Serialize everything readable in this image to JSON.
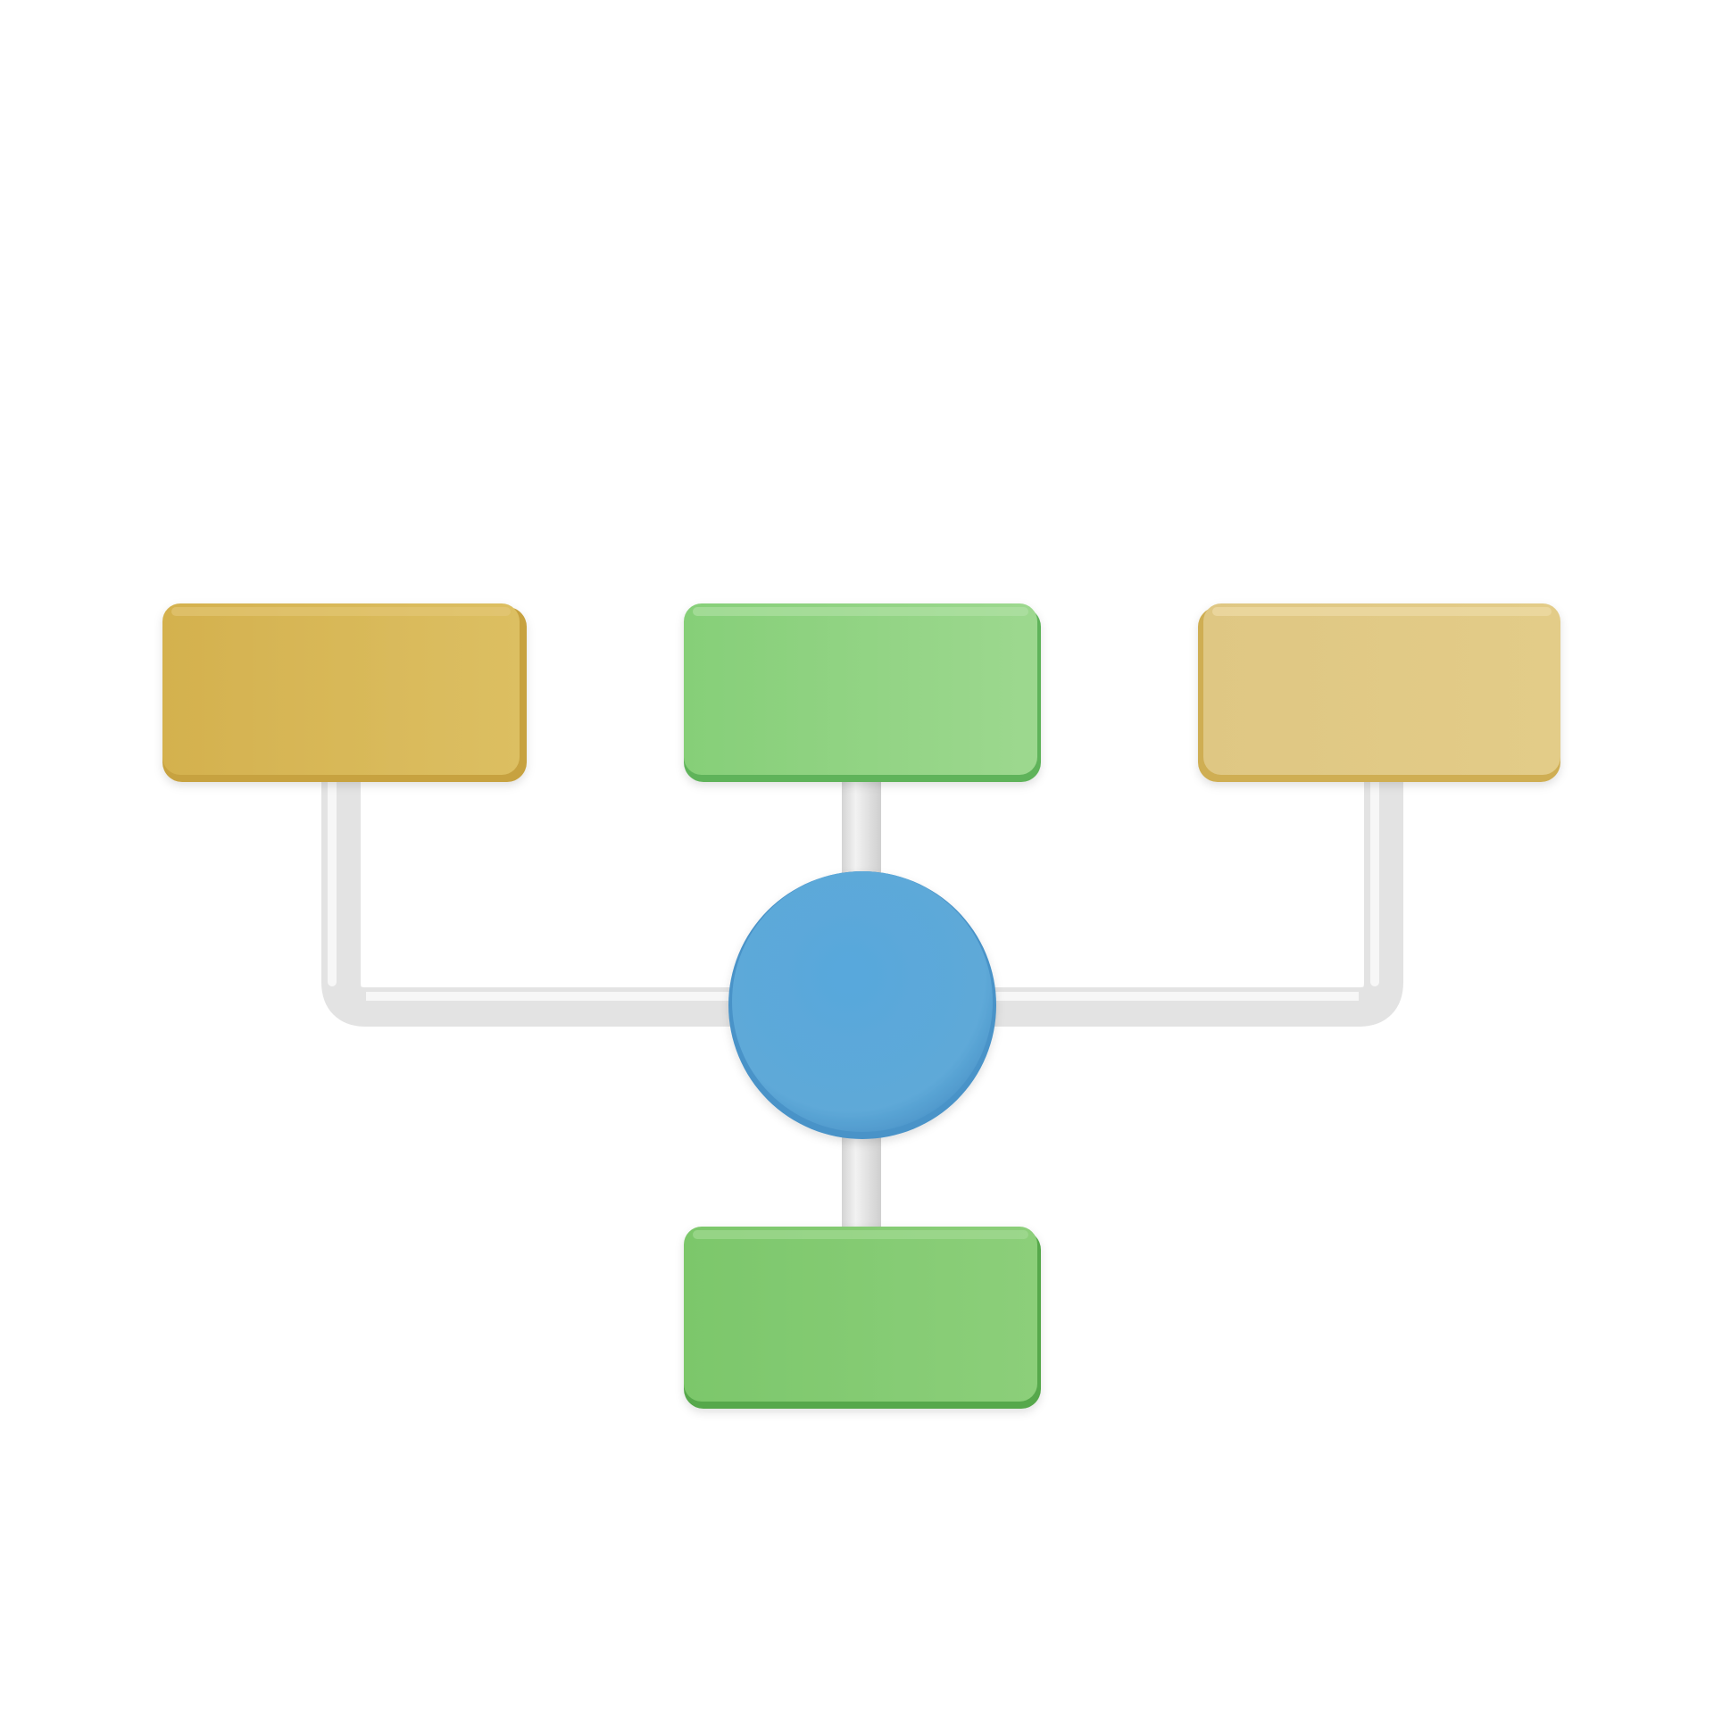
{
  "diagram": {
    "background": "#ffffff",
    "connector_color": "#e6e6e6",
    "hub": {
      "shape": "circle",
      "color": "#5fa9da",
      "shade": "#3f8bc4"
    },
    "nodes": [
      {
        "id": "node-top-left",
        "color": "#d7b553",
        "shade": "#c19a37",
        "highlight": "#e6c978"
      },
      {
        "id": "node-top-center",
        "color": "#8ed47f",
        "shade": "#5fb35a",
        "highlight": "#a8de9b"
      },
      {
        "id": "node-top-right",
        "color": "#e2cb86",
        "shade": "#cfae53",
        "highlight": "#eedca6"
      },
      {
        "id": "node-bottom-center",
        "color": "#80c96e",
        "shade": "#56a84b",
        "highlight": "#96d486"
      }
    ],
    "edges": [
      {
        "from": "hub",
        "to": "node-top-left",
        "routing": "elbow"
      },
      {
        "from": "hub",
        "to": "node-top-center",
        "routing": "straight"
      },
      {
        "from": "hub",
        "to": "node-top-right",
        "routing": "elbow"
      },
      {
        "from": "hub",
        "to": "node-bottom-center",
        "routing": "straight"
      }
    ]
  }
}
